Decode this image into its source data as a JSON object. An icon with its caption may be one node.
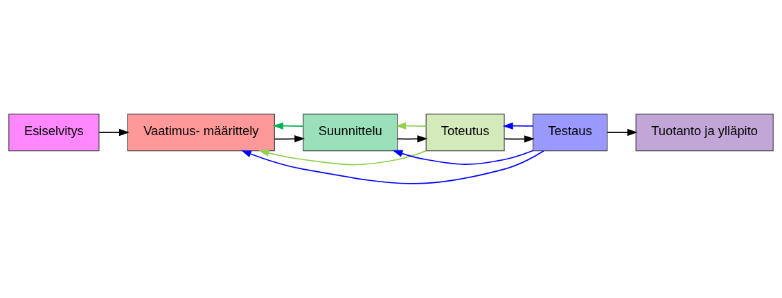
{
  "diagram": {
    "nodes": [
      {
        "text": [
          "Esiselvitys"
        ]
      },
      {
        "text": [
          "Vaatimus- määrittely"
        ]
      },
      {
        "text": [
          "Suunnittelu"
        ]
      },
      {
        "text": [
          "Toteutus"
        ]
      },
      {
        "text": [
          "Testaus"
        ]
      },
      {
        "text": [
          "Tuotanto ja ylläpito"
        ]
      }
    ],
    "edges": [
      {
        "from": 0,
        "to": 1,
        "arrow": "to"
      },
      {
        "from": 1,
        "to": 2,
        "arrow": "to"
      },
      {
        "from": 2,
        "to": 3,
        "arrow": "to"
      },
      {
        "from": 3,
        "to": 4,
        "arrow": "to"
      },
      {
        "from": 4,
        "to": 5,
        "arrow": "to"
      },
      {
        "from": 2,
        "to": 1,
        "arrow": "to",
        "color": "#00b050"
      },
      {
        "from": 3,
        "to": 2,
        "arrow": "to",
        "color": "#92d050"
      },
      {
        "from": 3,
        "to": 1,
        "arrow": "to",
        "color": "#92d050"
      },
      {
        "from": 4,
        "to": 3,
        "arrow": "to",
        "color": "#0000ff"
      },
      {
        "from": 4,
        "to": 2,
        "arrow": "to",
        "color": "#0000ff"
      },
      {
        "from": 4,
        "to": 1,
        "arrow": "to",
        "color": "#0000ff"
      }
    ]
  }
}
